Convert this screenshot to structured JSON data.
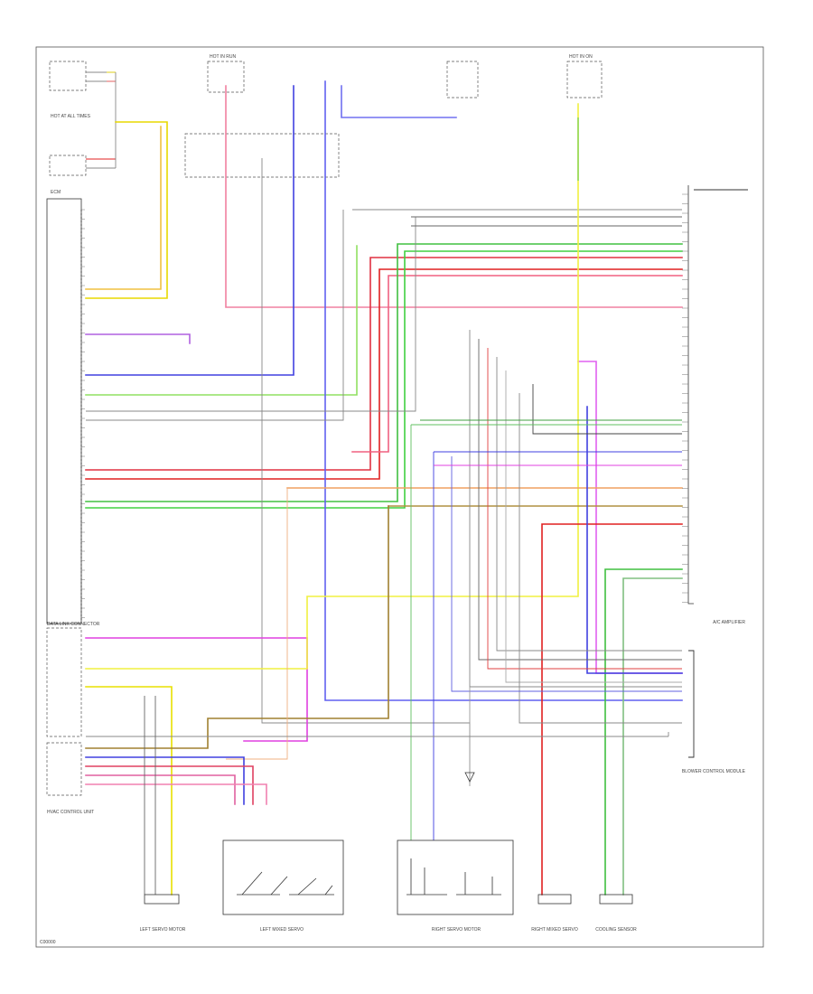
{
  "diagram": {
    "components": [
      {
        "id": "hot-at-all-times-relay",
        "label": "HOT AT ALL TIMES"
      },
      {
        "id": "hot-in-run",
        "label": "HOT IN RUN"
      },
      {
        "id": "hot-in-on",
        "label": "HOT IN ON"
      },
      {
        "id": "ecm",
        "label": "ECM"
      },
      {
        "id": "data-link-connector",
        "label": "DATA LINK CONNECTOR"
      },
      {
        "id": "hvac-control-unit",
        "label": "HVAC CONTROL UNIT"
      },
      {
        "id": "ac-amplifier",
        "label": "A/C AMPLIFIER"
      },
      {
        "id": "blower-control-module",
        "label": "BLOWER CONTROL MODULE"
      },
      {
        "id": "left-servo",
        "label": "LEFT SERVO MOTOR"
      },
      {
        "id": "left-mixed-servo",
        "label": "LEFT MIXED SERVO"
      },
      {
        "id": "right-servo",
        "label": "RIGHT SERVO MOTOR"
      },
      {
        "id": "right-mixed-servo",
        "label": "RIGHT MIXED SERVO"
      },
      {
        "id": "cooling-sensor",
        "label": "COOLING SENSOR"
      }
    ],
    "footer_code": "C00000"
  }
}
